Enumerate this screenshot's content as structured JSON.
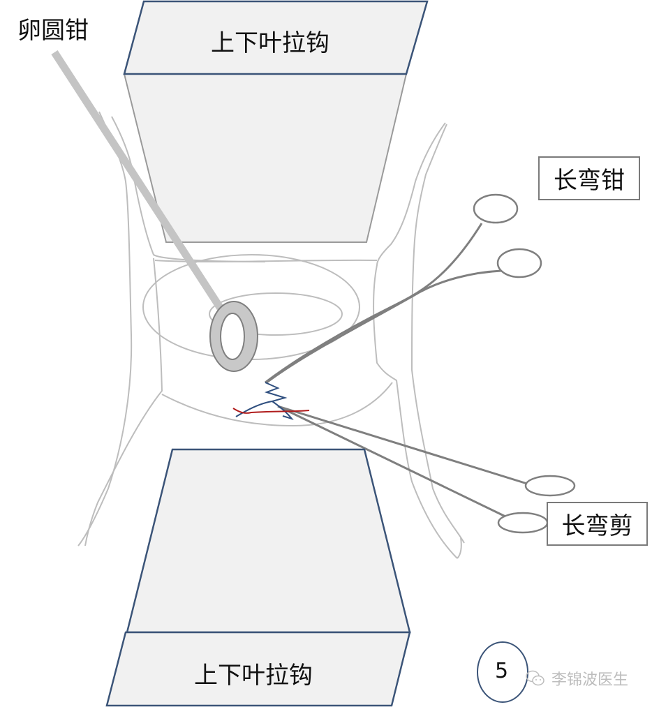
{
  "labels": {
    "sponge_forceps": "卵圆钳",
    "retractor_top": "上下叶拉钩",
    "retractor_bottom": "上下叶拉钩",
    "long_curved_forceps": "长弯钳",
    "long_curved_scissors": "长弯剪"
  },
  "step_number": "5",
  "watermark": {
    "icon": "wechat-icon",
    "text": "李锦波医生"
  },
  "colors": {
    "retractor_fill": "#f1f1f1",
    "retractor_border": "#3b5478",
    "retractor_body_border": "#9a9a9a",
    "tissue_line": "#bdbdbd",
    "instrument": "#7f7f7f",
    "sponge_forceps": "#c4c4c4",
    "suture_blue": "#2f4f7f",
    "suture_red": "#b01c1c",
    "watermark": "#bdbdbd"
  }
}
